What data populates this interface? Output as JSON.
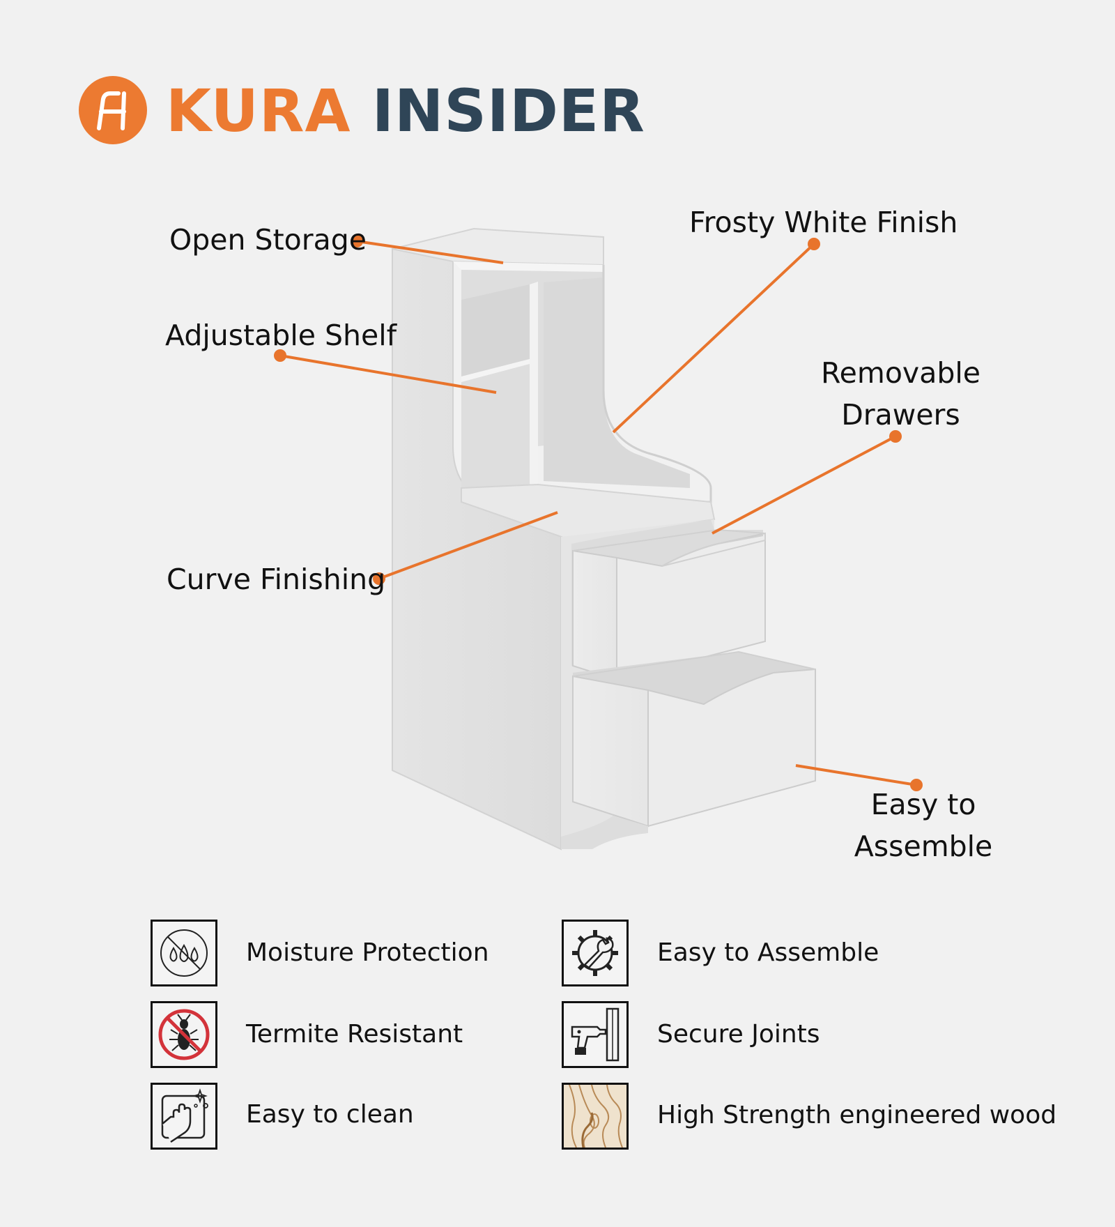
{
  "brand": {
    "part1": "KURA",
    "part2": "INSIDER",
    "accent_color": "#ec7a31",
    "dark_color": "#2f4557"
  },
  "callouts": {
    "open_storage": "Open Storage",
    "frosty_white_finish": "Frosty White Finish",
    "adjustable_shelf": "Adjustable Shelf",
    "removable_drawers": [
      "Removable",
      "Drawers"
    ],
    "curve_finishing": "Curve Finishing",
    "easy_to_assemble": [
      "Easy to",
      "Assemble"
    ],
    "line_color": "#e8742c"
  },
  "features": [
    {
      "icon": "moisture-drops-icon",
      "label": "Moisture Protection"
    },
    {
      "icon": "gear-wrench-icon",
      "label": "Easy to Assemble"
    },
    {
      "icon": "no-termite-icon",
      "label": "Termite Resistant"
    },
    {
      "icon": "drill-icon",
      "label": "Secure Joints"
    },
    {
      "icon": "hand-wipe-icon",
      "label": "Easy to clean"
    },
    {
      "icon": "wood-grain-icon",
      "label": "High Strength engineered wood"
    }
  ]
}
